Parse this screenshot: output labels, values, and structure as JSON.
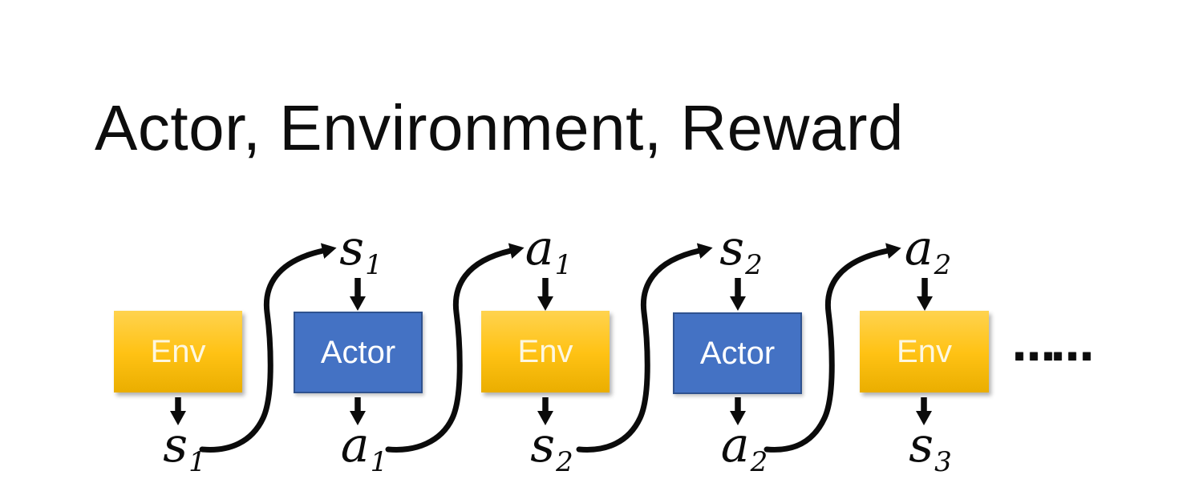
{
  "title": "Actor, Environment, Reward",
  "boxes": [
    {
      "label": "Env",
      "type": "env"
    },
    {
      "label": "Actor",
      "type": "actor"
    },
    {
      "label": "Env",
      "type": "env"
    },
    {
      "label": "Actor",
      "type": "actor"
    },
    {
      "label": "Env",
      "type": "env"
    }
  ],
  "top_labels": [
    {
      "base": "s",
      "sub": "1"
    },
    {
      "base": "a",
      "sub": "1"
    },
    {
      "base": "s",
      "sub": "2"
    },
    {
      "base": "a",
      "sub": "2"
    }
  ],
  "bottom_labels": [
    {
      "base": "s",
      "sub": "1"
    },
    {
      "base": "a",
      "sub": "1"
    },
    {
      "base": "s",
      "sub": "2"
    },
    {
      "base": "a",
      "sub": "2"
    },
    {
      "base": "s",
      "sub": "3"
    }
  ],
  "ellipsis": "……",
  "colors": {
    "env_gradient_top": "#FFD34F",
    "env_gradient_bottom": "#EAAE00",
    "actor_fill": "#4472C4",
    "actor_border": "#2F528F",
    "arrow": "#0B0B0B",
    "title_text": "#0D0D0D"
  }
}
